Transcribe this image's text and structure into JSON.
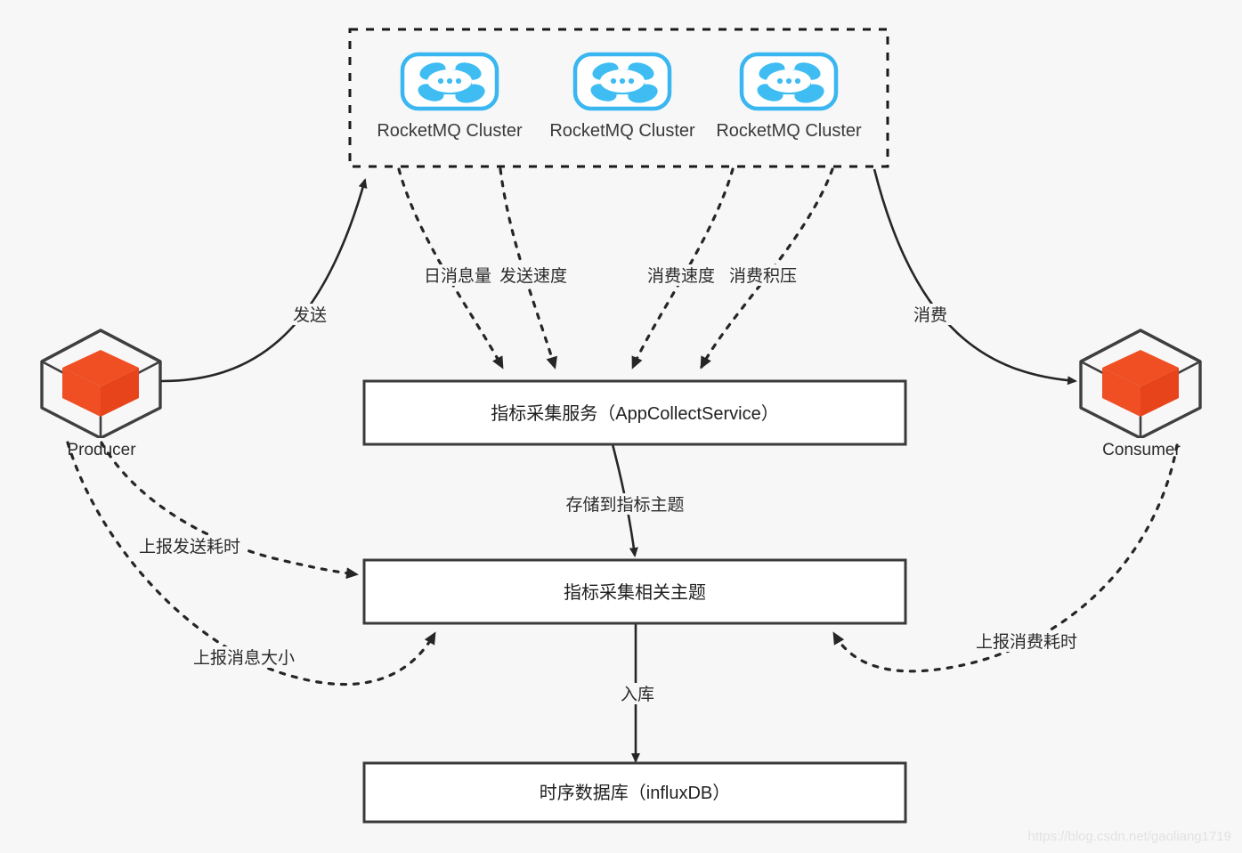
{
  "page": {
    "background": "#f7f7f7",
    "watermark": "https://blog.csdn.net/gaoliang1719",
    "accent_blue": "#3fbdf2",
    "accent_orange": "#f04e23"
  },
  "cluster_group": {
    "name": "rocketmq-cluster-group",
    "clusters": [
      {
        "label": "RocketMQ Cluster"
      },
      {
        "label": "RocketMQ Cluster"
      },
      {
        "label": "RocketMQ Cluster"
      }
    ]
  },
  "nodes": {
    "producer": {
      "label": "Producer"
    },
    "consumer": {
      "label": "Consumer"
    }
  },
  "boxes": {
    "collect_service": {
      "label": "指标采集服务（AppCollectService）"
    },
    "metric_topic": {
      "label": "指标采集相关主题"
    },
    "influxdb": {
      "label": "时序数据库（influxDB）"
    }
  },
  "edges": {
    "send": "发送",
    "consume": "消费",
    "daily_message_count": "日消息量",
    "send_rate": "发送速度",
    "consume_rate": "消费速度",
    "consume_backlog": "消费积压",
    "store_to_topic": "存储到指标主题",
    "report_send_cost": "上报发送耗时",
    "report_message_size": "上报消息大小",
    "report_consume_cost": "上报消费耗时",
    "into_db": "入库"
  }
}
